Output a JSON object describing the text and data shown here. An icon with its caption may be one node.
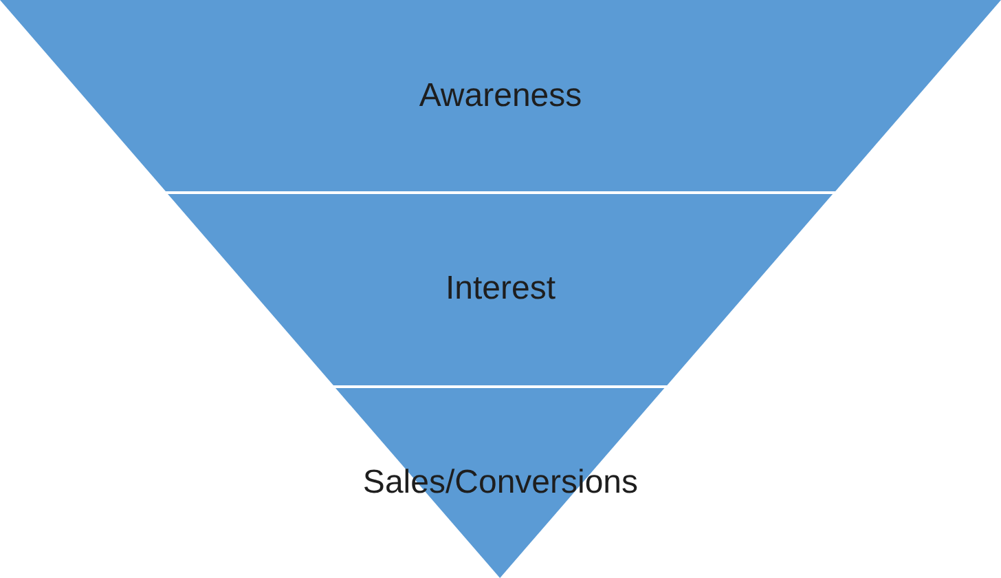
{
  "diagram": {
    "nodes": [
      {
        "text": [
          "Awareness"
        ]
      },
      {
        "text": [
          "Interest"
        ]
      },
      {
        "text": [
          "Sales/Conversions"
        ]
      }
    ]
  }
}
